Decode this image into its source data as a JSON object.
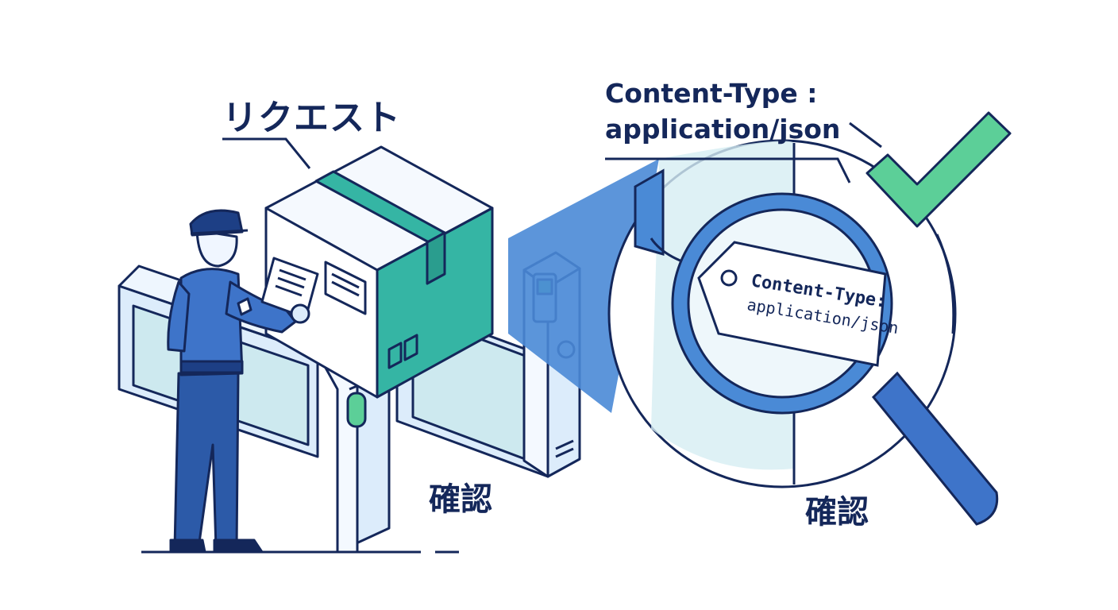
{
  "labels": {
    "request": "リクエスト",
    "header_line1": "Content-Type :",
    "header_line2": "application/json",
    "tag_line1": "Content-Type:",
    "tag_line2": "application/json",
    "check_left": "確認",
    "check_right": "確認"
  },
  "colors": {
    "outline": "#14275a",
    "accent_blue": "#4a8ad6",
    "teal": "#35b5a4",
    "light_panel": "#cfe4f7",
    "glass": "#d6eef2",
    "check_green": "#5ccf98",
    "uniform": "#3e74c9"
  },
  "icons": [
    "security-guard-icon",
    "package-box-icon",
    "gate-icon",
    "magnifying-glass-icon",
    "label-tag-icon",
    "checkmark-icon"
  ]
}
